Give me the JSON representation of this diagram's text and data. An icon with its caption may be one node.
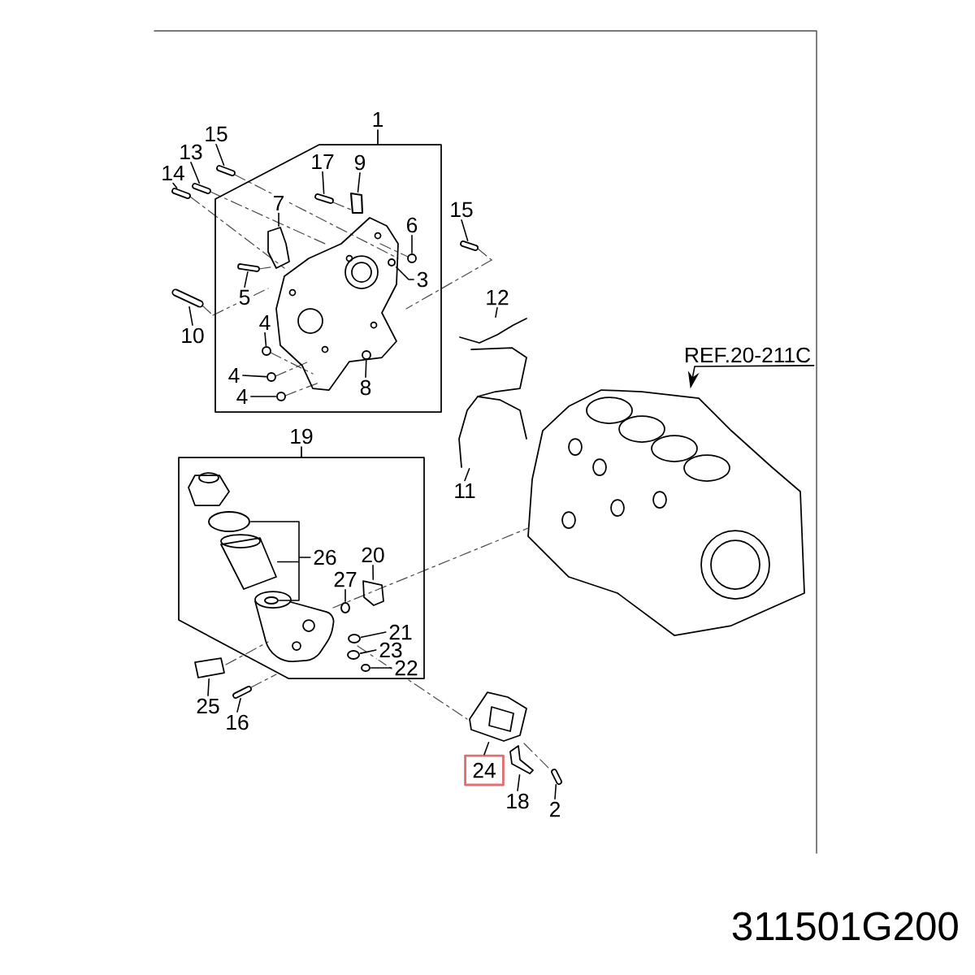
{
  "diagram": {
    "nodes": [
      {
        "text": [
          "1"
        ]
      },
      {
        "text": [
          "15"
        ]
      },
      {
        "text": [
          "13"
        ]
      },
      {
        "text": [
          "17"
        ],
        "in": 0
      },
      {
        "text": [
          "9"
        ],
        "in": 0
      },
      {
        "text": [
          "14"
        ]
      },
      {
        "text": [
          "7"
        ],
        "in": 0
      },
      {
        "text": [
          "6"
        ],
        "in": 0
      },
      {
        "text": [
          "15"
        ]
      },
      {
        "text": [
          "5"
        ],
        "in": 0
      },
      {
        "text": [
          "3"
        ],
        "in": 0
      },
      {
        "text": [
          "12"
        ]
      },
      {
        "text": [
          "10"
        ]
      },
      {
        "text": [
          "4"
        ],
        "in": 0
      },
      {
        "text": [
          "8"
        ],
        "in": 0
      },
      {
        "text": [
          "4"
        ],
        "in": 0
      },
      {
        "text": [
          "4"
        ],
        "in": 0
      },
      {
        "text": [
          "REF.20-211C"
        ]
      },
      {
        "text": [
          "19"
        ]
      },
      {
        "text": [
          "26"
        ],
        "in": 18
      },
      {
        "text": [
          "20"
        ],
        "in": 18
      },
      {
        "text": [
          "27"
        ],
        "in": 18
      },
      {
        "text": [
          "21"
        ],
        "in": 18
      },
      {
        "text": [
          "23"
        ],
        "in": 18
      },
      {
        "text": [
          "22"
        ],
        "in": 18
      },
      {
        "text": [
          "11"
        ]
      },
      {
        "text": [
          "25"
        ]
      },
      {
        "text": [
          "16"
        ]
      },
      {
        "text": [
          "24"
        ]
      },
      {
        "text": [
          "18"
        ]
      },
      {
        "text": [
          "2"
        ]
      },
      {
        "text": [],
        "shape": "picture"
      },
      {
        "text": [],
        "shape": "picture"
      },
      {
        "text": [],
        "shape": "picture"
      },
      {
        "text": [],
        "shape": "picture",
        "in": 0
      },
      {
        "text": [],
        "shape": "box",
        "in": 0
      },
      {
        "text": [],
        "shape": "picture",
        "in": 0
      },
      {
        "text": [],
        "shape": "picture"
      },
      {
        "text": [],
        "shape": "circle",
        "in": 0
      },
      {
        "text": [],
        "shape": "circle",
        "in": 0
      },
      {
        "text": [],
        "shape": "picture",
        "in": 0
      },
      {
        "text": [],
        "shape": "picture"
      },
      {
        "text": [],
        "shape": "picture"
      },
      {
        "text": [],
        "shape": "circle",
        "in": 0
      },
      {
        "text": [],
        "shape": "circle",
        "in": 0
      },
      {
        "text": [],
        "shape": "circle",
        "in": 0
      },
      {
        "text": [],
        "shape": "circle",
        "in": 0
      },
      {
        "text": [],
        "shape": "picture"
      },
      {
        "text": [],
        "shape": "picture"
      },
      {
        "text": [],
        "shape": "circle",
        "in": 18
      },
      {
        "text": [],
        "shape": "picture",
        "in": 18
      },
      {
        "text": [],
        "shape": "picture",
        "in": 18
      },
      {
        "text": [],
        "shape": "circle",
        "in": 18
      },
      {
        "text": [],
        "shape": "circle",
        "in": 18
      },
      {
        "text": [],
        "shape": "circle",
        "in": 18
      },
      {
        "text": [],
        "shape": "circle",
        "in": 18
      },
      {
        "text": [],
        "shape": "picture"
      },
      {
        "text": [],
        "shape": "circle",
        "in": 18
      },
      {
        "text": [],
        "shape": "picture"
      },
      {
        "text": [],
        "shape": "picture"
      },
      {
        "text": [],
        "shape": "picture"
      },
      {
        "text": [],
        "shape": "picture"
      }
    ],
    "edges": [
      {
        "from": 1,
        "to": 31,
        "arrow": "none"
      },
      {
        "from": 2,
        "to": 32,
        "arrow": "none"
      },
      {
        "from": 3,
        "to": 34,
        "arrow": "none"
      },
      {
        "from": 4,
        "to": 35,
        "arrow": "none"
      },
      {
        "from": 5,
        "to": 33,
        "arrow": "none"
      },
      {
        "from": 6,
        "to": 36,
        "arrow": "none"
      },
      {
        "from": 7,
        "to": 38,
        "arrow": "none"
      },
      {
        "from": 8,
        "to": 37,
        "arrow": "none"
      },
      {
        "from": 9,
        "to": 40,
        "arrow": "none"
      },
      {
        "from": 10,
        "to": 39,
        "arrow": "none"
      },
      {
        "from": 11,
        "to": 42,
        "arrow": "none"
      },
      {
        "from": 12,
        "to": 41,
        "arrow": "none"
      },
      {
        "from": 13,
        "to": 43,
        "arrow": "none"
      },
      {
        "from": 14,
        "to": 44,
        "arrow": "none"
      },
      {
        "from": 15,
        "to": 45,
        "arrow": "none"
      },
      {
        "from": 16,
        "to": 46,
        "arrow": "none"
      },
      {
        "from": 17,
        "to": 48,
        "arrow": "to"
      },
      {
        "from": 19,
        "to": 49,
        "arrow": "none"
      },
      {
        "from": 19,
        "to": 50,
        "arrow": "none"
      },
      {
        "from": 19,
        "to": 53,
        "arrow": "none"
      },
      {
        "from": 20,
        "to": 51,
        "arrow": "none"
      },
      {
        "from": 21,
        "to": 52,
        "arrow": "none"
      },
      {
        "from": 22,
        "to": 54,
        "arrow": "none"
      },
      {
        "from": 23,
        "to": 55,
        "arrow": "none"
      },
      {
        "from": 24,
        "to": 57,
        "arrow": "none"
      },
      {
        "from": 25,
        "to": 47,
        "arrow": "none"
      },
      {
        "from": 26,
        "to": 56,
        "arrow": "none"
      },
      {
        "from": 27,
        "to": 58,
        "arrow": "none"
      },
      {
        "from": 28,
        "to": 59,
        "arrow": "none"
      },
      {
        "from": 29,
        "to": 60,
        "arrow": "none"
      },
      {
        "from": 30,
        "to": 61,
        "arrow": "none"
      }
    ],
    "labels": [
      "311501G200"
    ]
  }
}
